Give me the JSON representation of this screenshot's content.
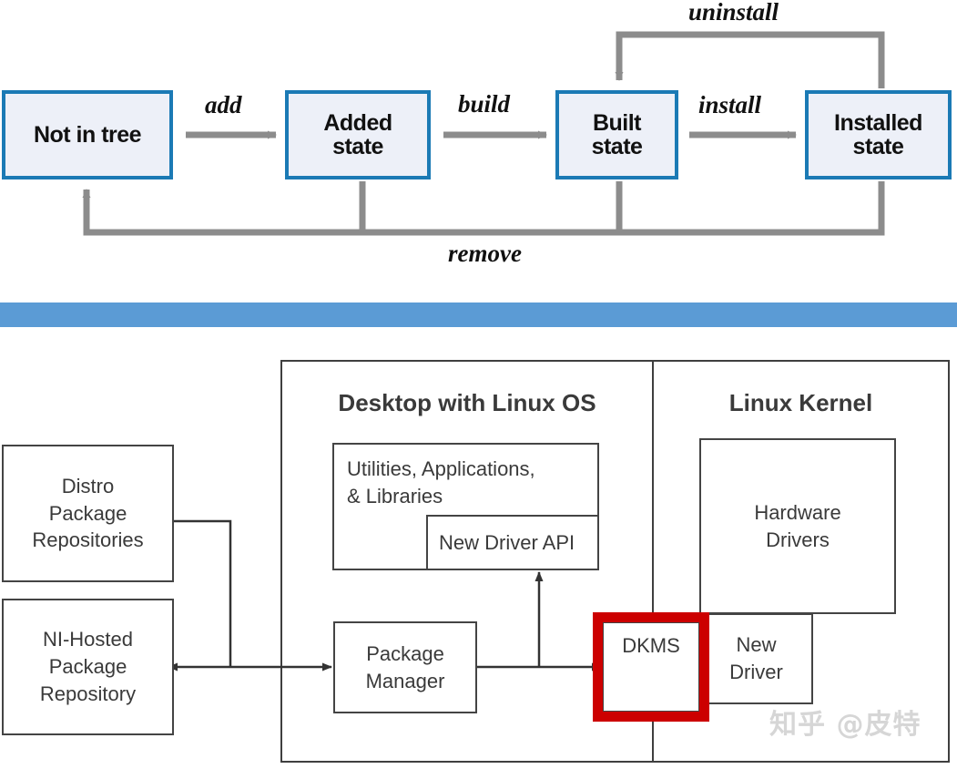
{
  "top_diagram": {
    "name": "dkms-module-state-machine",
    "states": [
      {
        "id": "not-in-tree",
        "label": "Not in tree",
        "lines": [
          "Not in tree"
        ]
      },
      {
        "id": "added-state",
        "label": "Added state",
        "lines": [
          "Added",
          "state"
        ]
      },
      {
        "id": "built-state",
        "label": "Built state",
        "lines": [
          "Built",
          "state"
        ]
      },
      {
        "id": "installed-state",
        "label": "Installed state",
        "lines": [
          "Installed",
          "state"
        ]
      }
    ],
    "transitions": [
      {
        "id": "add",
        "label": "add",
        "from": "Not in tree",
        "to": "Added state"
      },
      {
        "id": "build",
        "label": "build",
        "from": "Added state",
        "to": "Built state"
      },
      {
        "id": "install",
        "label": "install",
        "from": "Built state",
        "to": "Installed state"
      },
      {
        "id": "uninstall",
        "label": "uninstall",
        "from": "Installed state",
        "to": "Built state"
      },
      {
        "id": "remove",
        "label": "remove",
        "from": "Added state / Built state / Installed state",
        "to": "Not in tree"
      }
    ],
    "colors": {
      "box_border": "#1b7ab5",
      "box_fill": "#edf0f8",
      "arrow": "#8c8c8c",
      "text": "#111111"
    }
  },
  "divider": {
    "name": "blue-band",
    "color": "#5b9bd5"
  },
  "bottom_diagram": {
    "name": "dkms-architecture-diagram",
    "containers": [
      {
        "id": "desktop-linux-os",
        "title": "Desktop with Linux OS"
      },
      {
        "id": "linux-kernel",
        "title": "Linux Kernel"
      }
    ],
    "boxes": [
      {
        "id": "distro-package-repositories",
        "lines": [
          "Distro",
          "Package",
          "Repositories"
        ]
      },
      {
        "id": "ni-hosted-package-repository",
        "lines": [
          "NI-Hosted",
          "Package",
          "Repository"
        ]
      },
      {
        "id": "utilities-applications-libraries",
        "lines": [
          "Utilities, Applications,",
          "& Libraries"
        ]
      },
      {
        "id": "new-driver-api",
        "lines": [
          "New Driver API"
        ]
      },
      {
        "id": "package-manager",
        "lines": [
          "Package",
          "Manager"
        ]
      },
      {
        "id": "dkms",
        "lines": [
          "DKMS"
        ]
      },
      {
        "id": "new-driver",
        "lines": [
          "New",
          "Driver"
        ]
      },
      {
        "id": "hardware-drivers",
        "lines": [
          "Hardware",
          "Drivers"
        ]
      }
    ],
    "highlight": {
      "id": "dkms-highlight",
      "target": "DKMS",
      "color": "#cc0000"
    },
    "colors": {
      "box_border": "#444444",
      "text": "#3a3a3a",
      "arrow": "#333333"
    }
  },
  "watermark": {
    "text": "知乎 @皮特"
  }
}
